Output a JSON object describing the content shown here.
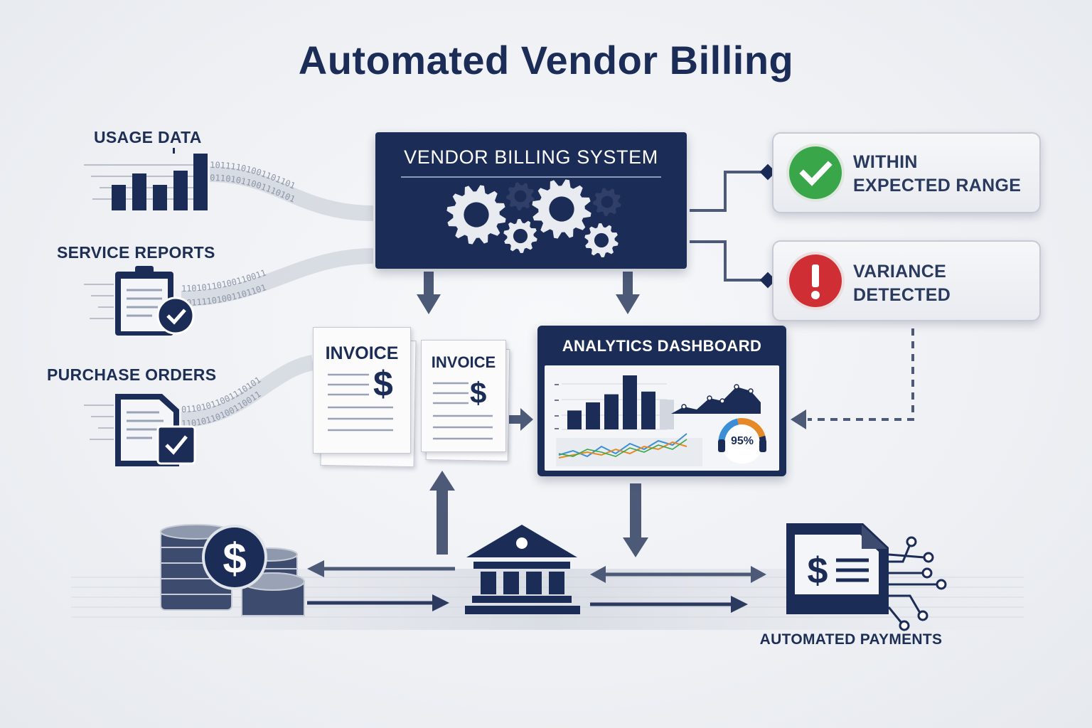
{
  "title": "Automated Vendor Billing",
  "sources": {
    "usage_data": "USAGE DATA",
    "service_reports": "SERVICE REPORTS",
    "purchase_orders": "PURCHASE ORDERS"
  },
  "billing_system": {
    "title": "VENDOR BILLING SYSTEM"
  },
  "status": {
    "ok": {
      "line1": "WITHIN",
      "line2": "EXPECTED RANGE",
      "icon": "check-icon",
      "color": "#3aa64a"
    },
    "alert": {
      "line1": "VARIANCE",
      "line2": "DETECTED",
      "icon": "exclamation-icon",
      "color": "#d02e35"
    }
  },
  "invoices": {
    "front": {
      "label": "INVOICE",
      "symbol": "$"
    },
    "back": {
      "label": "INVOICE",
      "symbol": "$"
    }
  },
  "dashboard": {
    "title": "ANALYTICS DASHBOARD",
    "gauge": {
      "label": "95%",
      "value": 0.95
    },
    "bars": [
      0.35,
      0.5,
      0.65,
      1.0,
      0.7,
      0.55
    ]
  },
  "payments": {
    "label": "AUTOMATED PAYMENTS",
    "coin_symbol": "$",
    "doc_symbol": "$"
  },
  "binary_streams": {
    "row_a": "10111101001101101",
    "row_b": "01101011001110101",
    "row_c": "11010110100110011"
  },
  "colors": {
    "navy": "#1b2c57",
    "arrow": "#4c5a78",
    "gray": "#9aa3b5",
    "green": "#3aa64a",
    "red": "#d02e35",
    "orange": "#e58a26",
    "blue": "#3b8fd4"
  }
}
